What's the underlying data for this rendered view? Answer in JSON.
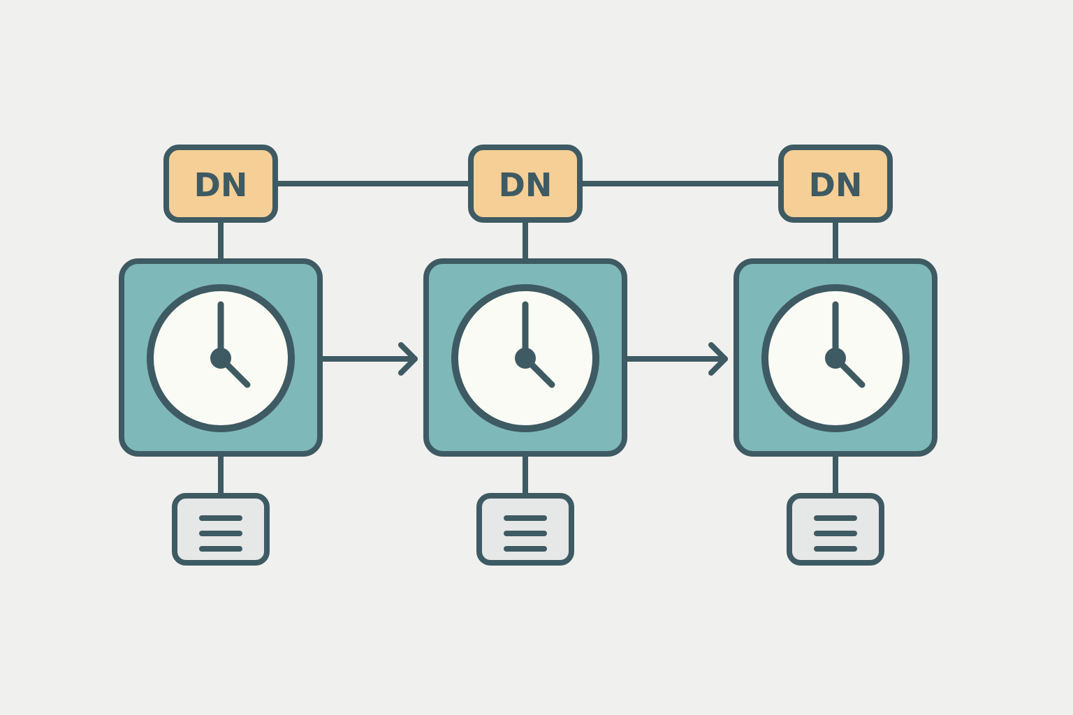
{
  "colors": {
    "background": "#f0f0ee",
    "stroke": "#3e5a63",
    "dn_fill": "#f5cf96",
    "node_fill": "#7fb8b9",
    "clock_face": "#fbfbf5",
    "doc_fill": "#e6e7e7"
  },
  "nodes": [
    {
      "dn_label": "DN",
      "clock_icon": "clock-icon",
      "doc_icon": "document-lines-icon"
    },
    {
      "dn_label": "DN",
      "clock_icon": "clock-icon",
      "doc_icon": "document-lines-icon"
    },
    {
      "dn_label": "DN",
      "clock_icon": "clock-icon",
      "doc_icon": "document-lines-icon"
    }
  ],
  "connections": {
    "dn_link": "line",
    "node_arrows": "arrow-right"
  }
}
